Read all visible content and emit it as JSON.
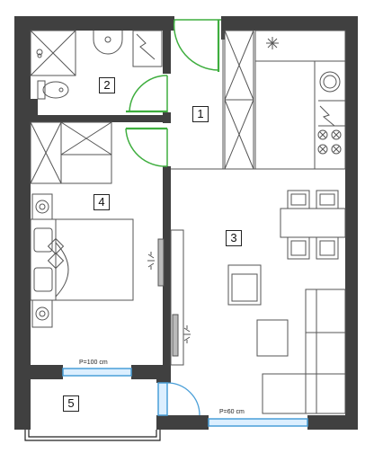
{
  "rooms": [
    {
      "number": "1"
    },
    {
      "number": "2"
    },
    {
      "number": "3"
    },
    {
      "number": "4"
    },
    {
      "number": "5"
    }
  ],
  "windows": [
    {
      "label": "P=100 cm"
    },
    {
      "label": "P=60 cm"
    }
  ],
  "colors": {
    "wall": "#404040",
    "door_swing": "#3fae3f",
    "window": "#4a9fd8",
    "furniture_line": "#555555"
  }
}
